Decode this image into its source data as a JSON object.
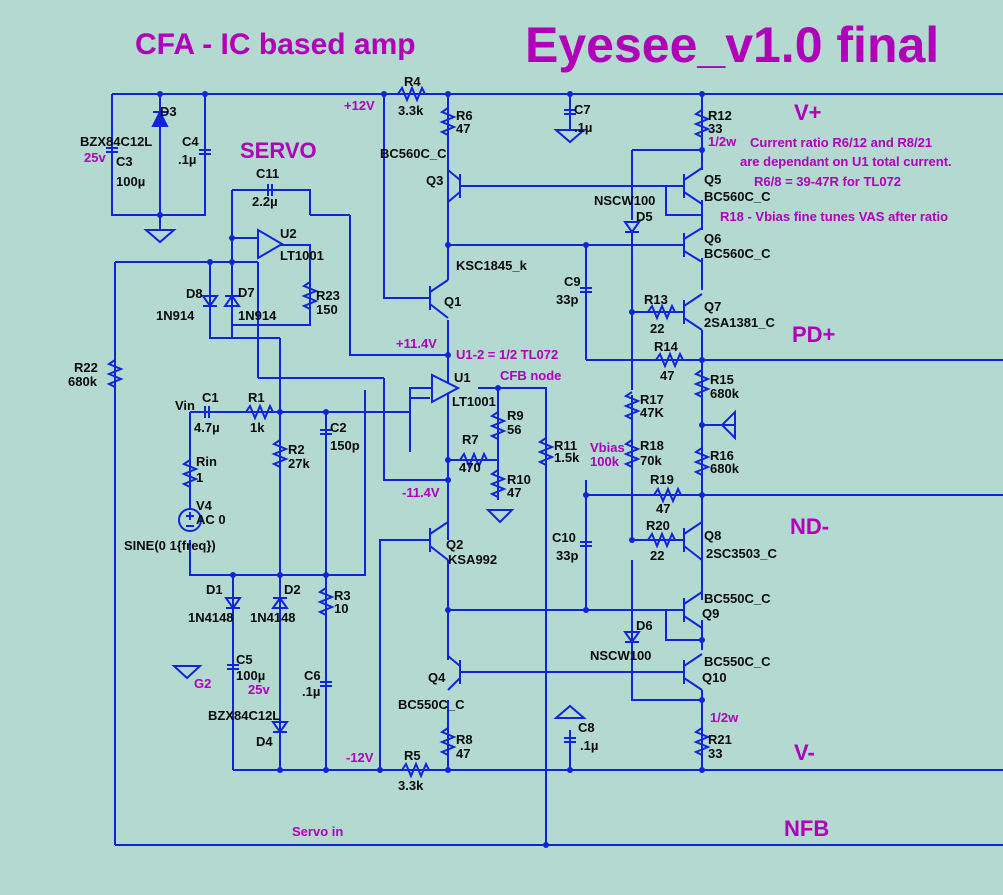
{
  "header": {
    "title_left": "CFA - IC based amp",
    "title_right": "Eyesee_v1.0 final"
  },
  "annotations": {
    "servo": "SERVO",
    "plus12": "+12V",
    "plus11_4": "+11.4V",
    "minus11_4": "-11.4V",
    "minus12": "-12V",
    "u1_2": "U1-2 = 1/2 TL072",
    "cfb_node": "CFB node",
    "vbias": "Vbias",
    "vbias_r": "100k",
    "v25_top": "25v",
    "v25_bot": "25v",
    "g2": "G2",
    "half_w_top": "1/2w",
    "half_w_bot": "1/2w",
    "note_1": "Current ratio R6/12 and R8/21",
    "note_2": "are dependant on U1 total current.",
    "note_3": "R6/8 = 39-47R for TL072",
    "note_4": "R18 - Vbias fine tunes VAS after ratio",
    "servo_in": "Servo in"
  },
  "nets": {
    "vplus": "V+",
    "pd": "PD+",
    "nd": "ND-",
    "vminus": "V-",
    "nfb": "NFB"
  },
  "components": {
    "R4": {
      "ref": "R4",
      "val": "3.3k"
    },
    "R5": {
      "ref": "R5",
      "val": "3.3k"
    },
    "R6": {
      "ref": "R6",
      "val": "47"
    },
    "R7": {
      "ref": "R7",
      "val": "470"
    },
    "R8": {
      "ref": "R8",
      "val": "47"
    },
    "R9": {
      "ref": "R9",
      "val": "56"
    },
    "R10": {
      "ref": "R10",
      "val": "47"
    },
    "R11": {
      "ref": "R11",
      "val": "1.5k"
    },
    "R12": {
      "ref": "R12",
      "val": "33"
    },
    "R13": {
      "ref": "R13",
      "val": "22"
    },
    "R14": {
      "ref": "R14",
      "val": "47"
    },
    "R15": {
      "ref": "R15",
      "val": "680k"
    },
    "R16": {
      "ref": "R16",
      "val": "680k"
    },
    "R17": {
      "ref": "R17",
      "val": "47K"
    },
    "R18": {
      "ref": "R18",
      "val": "70k"
    },
    "R19": {
      "ref": "R19",
      "val": "47"
    },
    "R20": {
      "ref": "R20",
      "val": "22"
    },
    "R21": {
      "ref": "R21",
      "val": "33"
    },
    "R22": {
      "ref": "R22",
      "val": "680k"
    },
    "R23": {
      "ref": "R23",
      "val": "150"
    },
    "R1": {
      "ref": "R1",
      "val": "1k"
    },
    "R2": {
      "ref": "R2",
      "val": "27k"
    },
    "R3": {
      "ref": "R3",
      "val": "10"
    },
    "Rin": {
      "ref": "Rin",
      "val": "1"
    },
    "C1": {
      "ref": "C1",
      "val": "4.7µ"
    },
    "C2": {
      "ref": "C2",
      "val": "150p"
    },
    "C3": {
      "ref": "C3",
      "val": "100µ"
    },
    "C4": {
      "ref": "C4",
      "val": ".1µ"
    },
    "C5": {
      "ref": "C5",
      "val": "100µ"
    },
    "C6": {
      "ref": "C6",
      "val": ".1µ"
    },
    "C7": {
      "ref": "C7",
      "val": ".1µ"
    },
    "C8": {
      "ref": "C8",
      "val": ".1µ"
    },
    "C9": {
      "ref": "C9",
      "val": "33p"
    },
    "C10": {
      "ref": "C10",
      "val": "33p"
    },
    "C11": {
      "ref": "C11",
      "val": "2.2µ"
    },
    "D1": {
      "ref": "D1",
      "val": "1N4148"
    },
    "D2": {
      "ref": "D2",
      "val": "1N4148"
    },
    "D3": {
      "ref": "D3",
      "val": "BZX84C12L"
    },
    "D4": {
      "ref": "D4",
      "val": "BZX84C12L"
    },
    "D5": {
      "ref": "D5",
      "val": "NSCW100"
    },
    "D6": {
      "ref": "D6",
      "val": "NSCW100"
    },
    "D7": {
      "ref": "D7",
      "val": "1N914"
    },
    "D8": {
      "ref": "D8",
      "val": "1N914"
    },
    "Q1": {
      "ref": "Q1",
      "val": "KSC1845_k"
    },
    "Q2": {
      "ref": "Q2",
      "val": "KSA992"
    },
    "Q3": {
      "ref": "Q3",
      "val": "BC560C_C"
    },
    "Q4": {
      "ref": "Q4",
      "val": "BC550C_C"
    },
    "Q5": {
      "ref": "Q5",
      "val": "BC560C_C"
    },
    "Q6": {
      "ref": "Q6",
      "val": "BC560C_C"
    },
    "Q7": {
      "ref": "Q7",
      "val": "2SA1381_C"
    },
    "Q8": {
      "ref": "Q8",
      "val": "2SC3503_C"
    },
    "Q9": {
      "ref": "Q9",
      "val": "BC550C_C"
    },
    "Q10": {
      "ref": "Q10",
      "val": "BC550C_C"
    },
    "U1": {
      "ref": "U1",
      "val": "LT1001"
    },
    "U2": {
      "ref": "U2",
      "val": "LT1001"
    },
    "V4": {
      "ref": "V4",
      "val": "AC 0",
      "src": "SINE(0 1{freq})"
    },
    "Vin": {
      "ref": "Vin"
    }
  }
}
